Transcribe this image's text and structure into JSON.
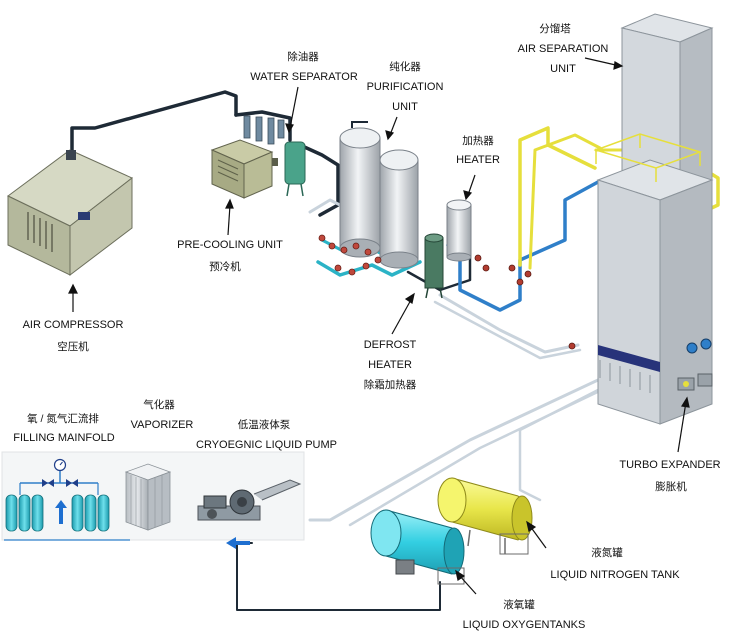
{
  "labels": {
    "water_separator": {
      "cn": "除油器",
      "en": "WATER SEPARATOR"
    },
    "purification": {
      "cn": "纯化器",
      "en1": "PURIFICATION",
      "en2": "UNIT"
    },
    "air_separation": {
      "cn": "分馏塔",
      "en1": "AIR SEPARATION",
      "en2": "UNIT"
    },
    "heater": {
      "cn": "加热器",
      "en": "HEATER"
    },
    "pre_cooling": {
      "en": "PRE-COOLING UNIT",
      "cn": "预冷机"
    },
    "air_compressor": {
      "en": "AIR COMPRESSOR",
      "cn": "空压机"
    },
    "defrost_heater": {
      "en1": "DEFROST",
      "en2": "HEATER",
      "cn": "除霜加热器"
    },
    "filling_manifold": {
      "cn": "氧 / 氮气汇流排",
      "en": "FILLING MAINFOLD"
    },
    "vaporizer": {
      "cn": "气化器",
      "en": "VAPORIZER"
    },
    "cryogenic_pump": {
      "cn": "低温液体泵",
      "en": "CRYOEGNIC LIQUID PUMP"
    },
    "turbo_expander": {
      "en": "TURBO EXPANDER",
      "cn": "膨胀机"
    },
    "liquid_nitrogen": {
      "cn": "液氮罐",
      "en": "LIQUID NITROGEN TANK"
    },
    "liquid_oxygen": {
      "cn": "液氧罐",
      "en": "LIQUID OXYGENTANKS"
    }
  },
  "colors": {
    "pipe_dark": "#1e2a36",
    "pipe_blue": "#2f7fc9",
    "pipe_yellow": "#e6df3c",
    "pipe_cyan": "#2bb3c6",
    "pipe_light": "#c9d3dc",
    "equipment_gray": "#c8cdd1",
    "compressor_green": "#b8bca2",
    "tank_yellow": "#ecec5a",
    "tank_cyan": "#39d3e6",
    "cylinder_cyan": "#2fbfcf",
    "arrow_blue": "#1e6fd0"
  },
  "icons": [
    "pressure-gauge-icon",
    "valve-icon",
    "flow-arrow-icon"
  ]
}
